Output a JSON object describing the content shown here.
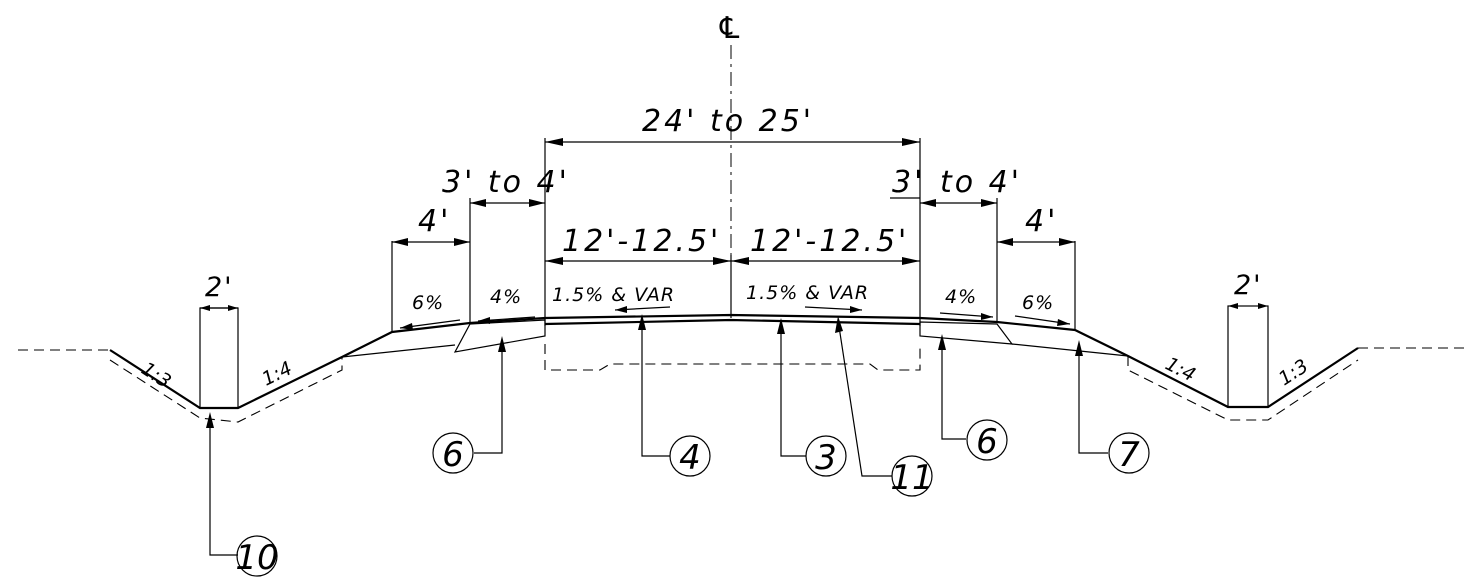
{
  "centerline_symbol": "℄",
  "dimensions": {
    "overall": "24' to 25'",
    "shoulder_left": "3' to 4'",
    "shoulder_right_a": "3'",
    "shoulder_right_b": "to 4'",
    "outer_left": "4'",
    "outer_right": "4'",
    "lane_left": "12'-12.5'",
    "lane_right": "12'-12.5'",
    "ditch_left": "2'",
    "ditch_right": "2'"
  },
  "slopes": {
    "lane_left": "1.5% & VAR",
    "lane_right": "1.5% & VAR",
    "shoulder_left": "4%",
    "shoulder_right": "4%",
    "outer_left": "6%",
    "outer_right": "6%",
    "fore_left": "1:4",
    "fore_right": "1:4",
    "back_left": "1:3",
    "back_right": "1:3"
  },
  "callouts": [
    "10",
    "6",
    "4",
    "3",
    "11",
    "6",
    "7"
  ]
}
